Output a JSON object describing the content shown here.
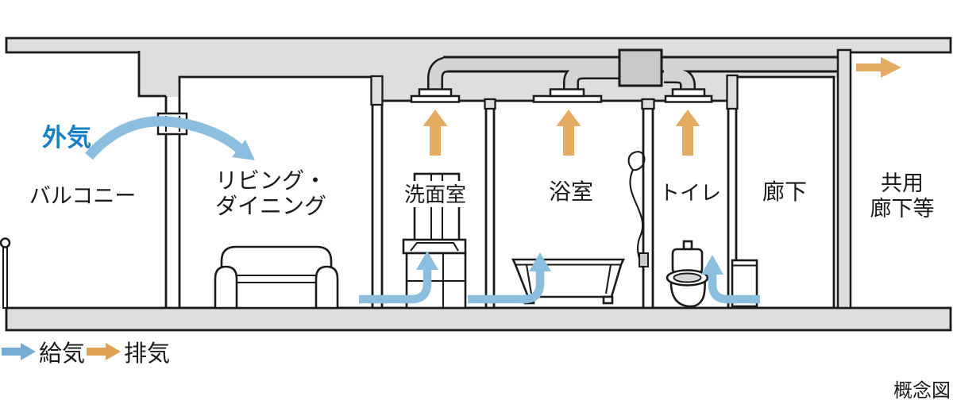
{
  "diagram": {
    "caption": "概念図",
    "outside_air_label": "外気",
    "legend": {
      "supply_label": "給気",
      "exhaust_label": "排気"
    },
    "rooms": {
      "balcony": "バルコニー",
      "living_line1": "リビング・",
      "living_line2": "ダイニング",
      "washroom": "洗面室",
      "bathroom": "浴室",
      "toilet": "トイレ",
      "corridor": "廊下",
      "common_line1": "共用",
      "common_line2": "廊下等"
    },
    "colors": {
      "supply_blue": "#8cbfdf",
      "legend_blue": "#74acd2",
      "exhaust_orange": "#e5ab62",
      "legend_orange": "#dfa255",
      "outside_air_text_blue": "#1a7ec2",
      "slab_gray": "#dedede",
      "duct_gray": "#d4d4d4",
      "fan_gray": "#c9c9c9",
      "fixture_gray": "#d9d9d9",
      "line_black": "#1a1a1a"
    }
  }
}
